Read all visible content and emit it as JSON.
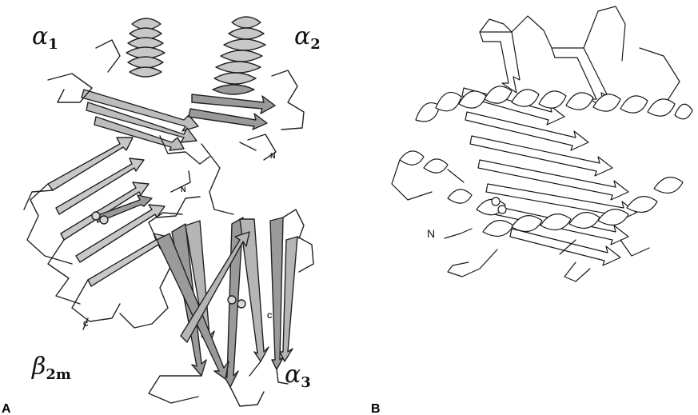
{
  "panel_a": {
    "letter": "A",
    "domain_labels": {
      "alpha1": {
        "greek": "α",
        "sub": "1"
      },
      "alpha2": {
        "greek": "α",
        "sub": "2"
      },
      "alpha3": {
        "greek": "α",
        "sub": "3"
      },
      "beta2m": {
        "greek": "β",
        "sub": "2",
        "suffix": "m"
      }
    },
    "termini": {
      "n_top": "N",
      "n_mid": "N",
      "c_left": "C",
      "c_right": "C"
    }
  },
  "panel_b": {
    "letter": "B",
    "termini": {
      "n": "N"
    }
  },
  "colors": {
    "ribbon_fill": "#c8c8c8",
    "ribbon_dark": "#9a9a9a",
    "line": "#222222"
  }
}
